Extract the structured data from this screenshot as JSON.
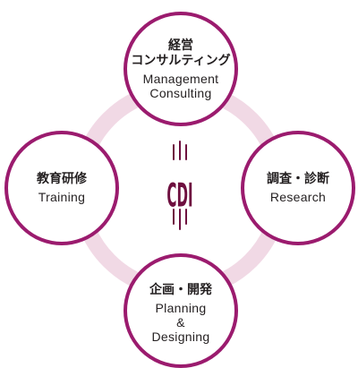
{
  "colors": {
    "circle_border": "#9b1b6e",
    "ring": "#f1d9e5",
    "logo": "#6e0f3f",
    "text": "#231f20"
  },
  "center_logo": {
    "text": "CDI",
    "icon": "cdi-logo-icon"
  },
  "nodes": {
    "top": {
      "jp": "経営\nコンサルティング",
      "en": "Management\nConsulting"
    },
    "left": {
      "jp": "教育研修",
      "en": "Training"
    },
    "right": {
      "jp": "調査・診断",
      "en": "Research"
    },
    "bottom": {
      "jp": "企画・開発",
      "en": "Planning\n&\nDesigning"
    }
  }
}
